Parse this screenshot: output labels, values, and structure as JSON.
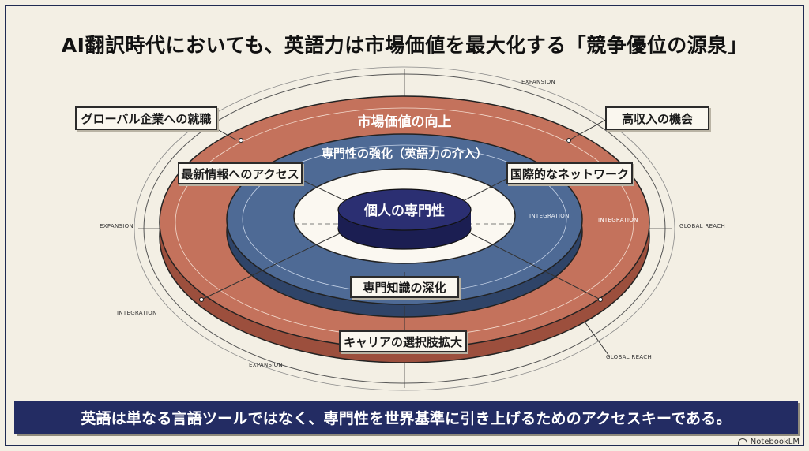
{
  "title": "AI翻訳時代においても、英語力は市場価値を最大化する「競争優位の源泉」",
  "rings": {
    "outer_label": "市場価値の向上",
    "middle_label": "専門性の強化（英語力の介入）",
    "core_label": "個人の専門性"
  },
  "callouts": {
    "global_jobs": "グローバル企業への就職",
    "high_income": "高収入の機会",
    "latest_info": "最新情報へのアクセス",
    "network": "国際的なネットワーク",
    "deep_knowledge": "専門知識の深化",
    "career_options": "キャリアの選択肢拡大"
  },
  "annotations": {
    "expansion_top": "EXPANSION",
    "expansion_left": "EXPANSION",
    "expansion_bottom": "EXPANSION",
    "integration_inner": "INTEGRATION",
    "integration_right": "INTEGRATION",
    "integration_left": "INTEGRATION",
    "global_reach_right": "GLOBAL REACH",
    "global_reach_bottom": "GLOBAL REACH"
  },
  "footer": "英語は単なる言語ツールではなく、専門性を世界基準に引き上げるためのアクセスキーである。",
  "brand": "NotebookLM",
  "colors": {
    "background": "#f3efe4",
    "outer_ring": "#c4725c",
    "middle_ring": "#4e6a95",
    "core": "#2b2f72",
    "footer": "#232c63"
  }
}
